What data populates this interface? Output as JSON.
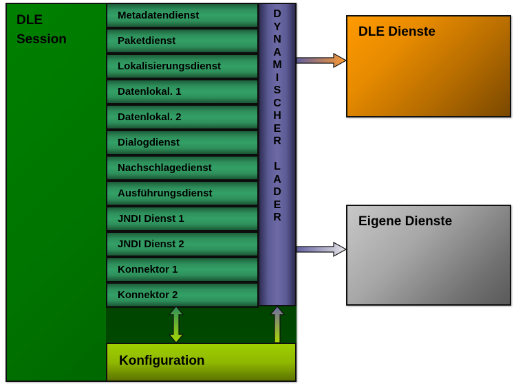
{
  "session": {
    "title_line1": "DLE",
    "title_line2": "Session"
  },
  "services": [
    {
      "label": "Metadatendienst"
    },
    {
      "label": "Paketdienst"
    },
    {
      "label": "Lokalisierungsdienst"
    },
    {
      "label": "Datenlokal. 1"
    },
    {
      "label": "Datenlokal. 2"
    },
    {
      "label": "Dialogdienst"
    },
    {
      "label": "Nachschlagedienst"
    },
    {
      "label": "Ausführungsdienst"
    },
    {
      "label": "JNDI Dienst 1"
    },
    {
      "label": "JNDI Dienst 2"
    },
    {
      "label": "Konnektor 1"
    },
    {
      "label": "Konnektor 2"
    }
  ],
  "loader": {
    "label": "DYNAMISCHER LADER",
    "letters": [
      "D",
      "Y",
      "N",
      "A",
      "M",
      "I",
      "S",
      "C",
      "H",
      "E",
      "R",
      " ",
      "L",
      "A",
      "D",
      "E",
      "R"
    ]
  },
  "configuration": {
    "label": "Konfiguration"
  },
  "dle_services": {
    "label": "DLE Dienste",
    "color": "#ff9a00"
  },
  "own_services": {
    "label": "Eigene Dienste",
    "color": "#a6a6a6"
  },
  "colors": {
    "session_green": "#008000",
    "service_green": "#33a066",
    "loader_purple": "#6d6aa5",
    "config_lime": "#9fcf00"
  }
}
